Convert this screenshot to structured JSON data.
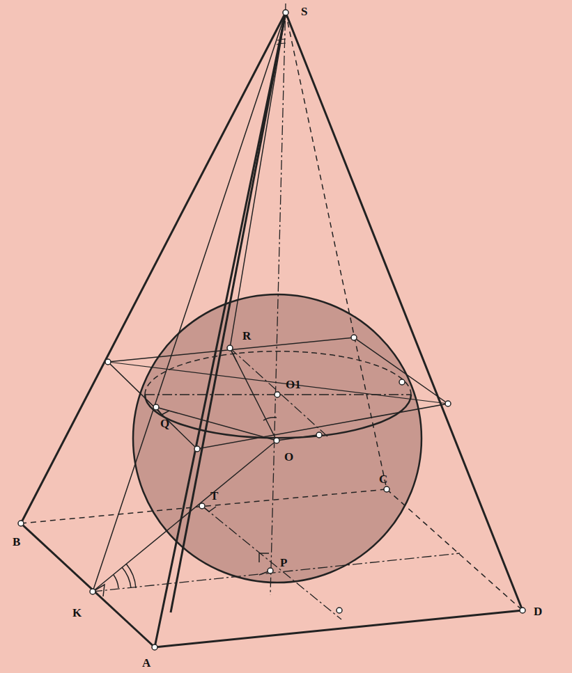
{
  "diagram": {
    "labels": [
      "S",
      "B",
      "K",
      "A",
      "D",
      "C",
      "R",
      "O1",
      "Q",
      "O",
      "T",
      "P"
    ]
  }
}
